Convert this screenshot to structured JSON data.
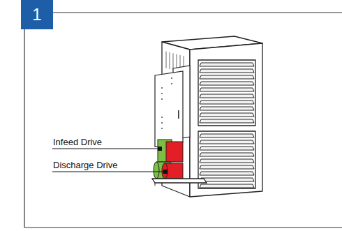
{
  "diagram": {
    "nodes": [
      {
        "text": [
          "1"
        ]
      }
    ],
    "labels": [
      "Infeed Drive",
      "Discharge Drive"
    ]
  }
}
